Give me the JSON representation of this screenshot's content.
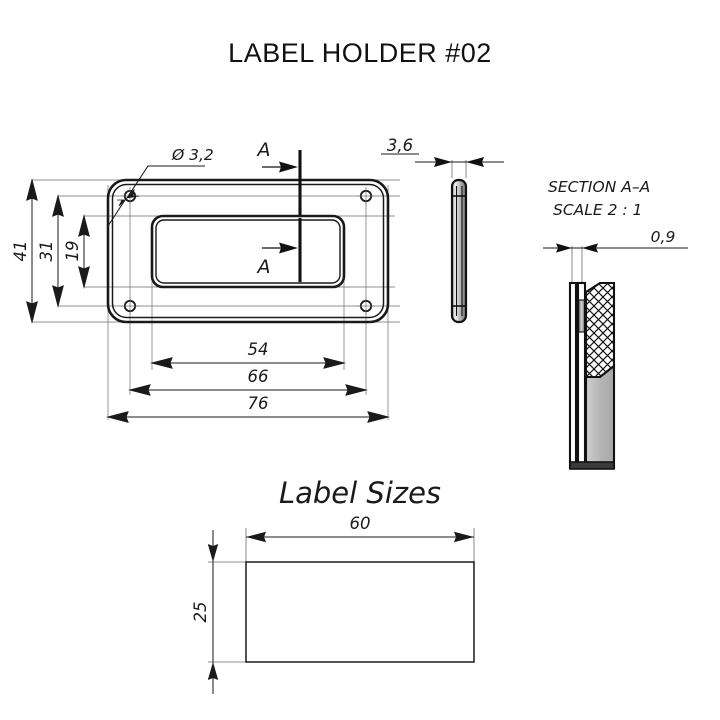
{
  "drawing": {
    "title": "LABEL HOLDER #02",
    "units_note": "",
    "front_view": {
      "name": "front-view",
      "hole_callout": "Ø 3,2",
      "section_marks": [
        "A",
        "A"
      ],
      "horizontal_dimensions": [
        {
          "label": "54",
          "value": 54
        },
        {
          "label": "66",
          "value": 66
        },
        {
          "label": "76",
          "value": 76
        }
      ],
      "vertical_dimensions": [
        {
          "label": "41",
          "value": 41
        },
        {
          "label": "31",
          "value": 31
        },
        {
          "label": "19",
          "value": 19
        }
      ]
    },
    "side_view": {
      "name": "side-view",
      "thickness_dimension": "3,6"
    },
    "section_view": {
      "name": "section-a-a",
      "title": "SECTION A–A",
      "scale": "SCALE 2 : 1",
      "dimension": "0,9"
    },
    "label_sizes": {
      "heading": "Label Sizes",
      "width_dimension": "60",
      "height_dimension": "25"
    }
  },
  "colors": {
    "line": "#1a1a1a",
    "thin_line": "#555555",
    "fill_gray": "#b3b3b3",
    "background": "#ffffff"
  }
}
